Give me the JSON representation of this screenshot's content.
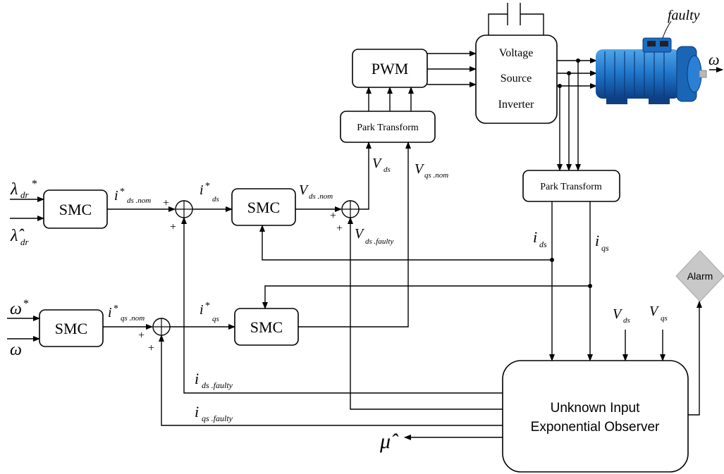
{
  "blocks": {
    "smc_flux": "SMC",
    "smc_speed": "SMC",
    "smc_d": "SMC",
    "smc_q": "SMC",
    "pwm": "PWM",
    "park_top": "Park Transform",
    "park_bottom": "Park Transform",
    "vsi_line1": "Voltage",
    "vsi_line2": "Source",
    "vsi_line3": "Inverter",
    "observer_line1": "Unknown Input",
    "observer_line2": "Exponential Observer",
    "alarm": "Alarm"
  },
  "signals": {
    "lambda": "λ",
    "lambda_sub": "dr",
    "star": "*",
    "lambda_hat": "λ̂",
    "omega": "ω",
    "i": "i",
    "V": "V",
    "mu_hat": "μ̂",
    "faulty": "faulty",
    "sub_ds_nom": "ds .nom",
    "sub_qs_nom": "qs .nom",
    "sub_ds": "ds",
    "sub_qs": "qs",
    "sub_ds_faulty": "ds .faulty",
    "sub_qs_faulty": "qs .faulty",
    "plus": "+"
  }
}
